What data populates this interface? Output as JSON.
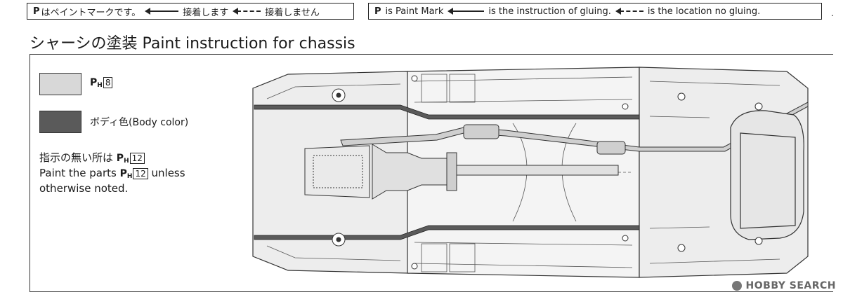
{
  "legend": {
    "jp": {
      "p_symbol": "P",
      "paint_mark": "はペイントマークです。",
      "glue": "接着します",
      "no_glue": "接着しません"
    },
    "en": {
      "p_symbol": "P",
      "paint_mark": "is Paint Mark",
      "glue": "is the instruction of gluing.",
      "no_glue": "is the location no gluing."
    },
    "dot": "."
  },
  "title": "シャーシの塗装 Paint instruction for chassis",
  "swatches": [
    {
      "color": "#d8d8d8",
      "symbol": "P",
      "sub": "H",
      "number": "8"
    },
    {
      "color": "#5a5a5a",
      "label": "ボディ色(Body color)"
    }
  ],
  "notes": {
    "line1_pre": "指示の無い所は",
    "line1_sub": "H",
    "line1_num": "12",
    "line2_pre": "Paint the parts",
    "line2_sub": "H",
    "line2_num": "12",
    "line2_post": "unless",
    "line3": "otherwise noted.",
    "p_symbol": "P"
  },
  "watermark": "HOBBY SEARCH"
}
